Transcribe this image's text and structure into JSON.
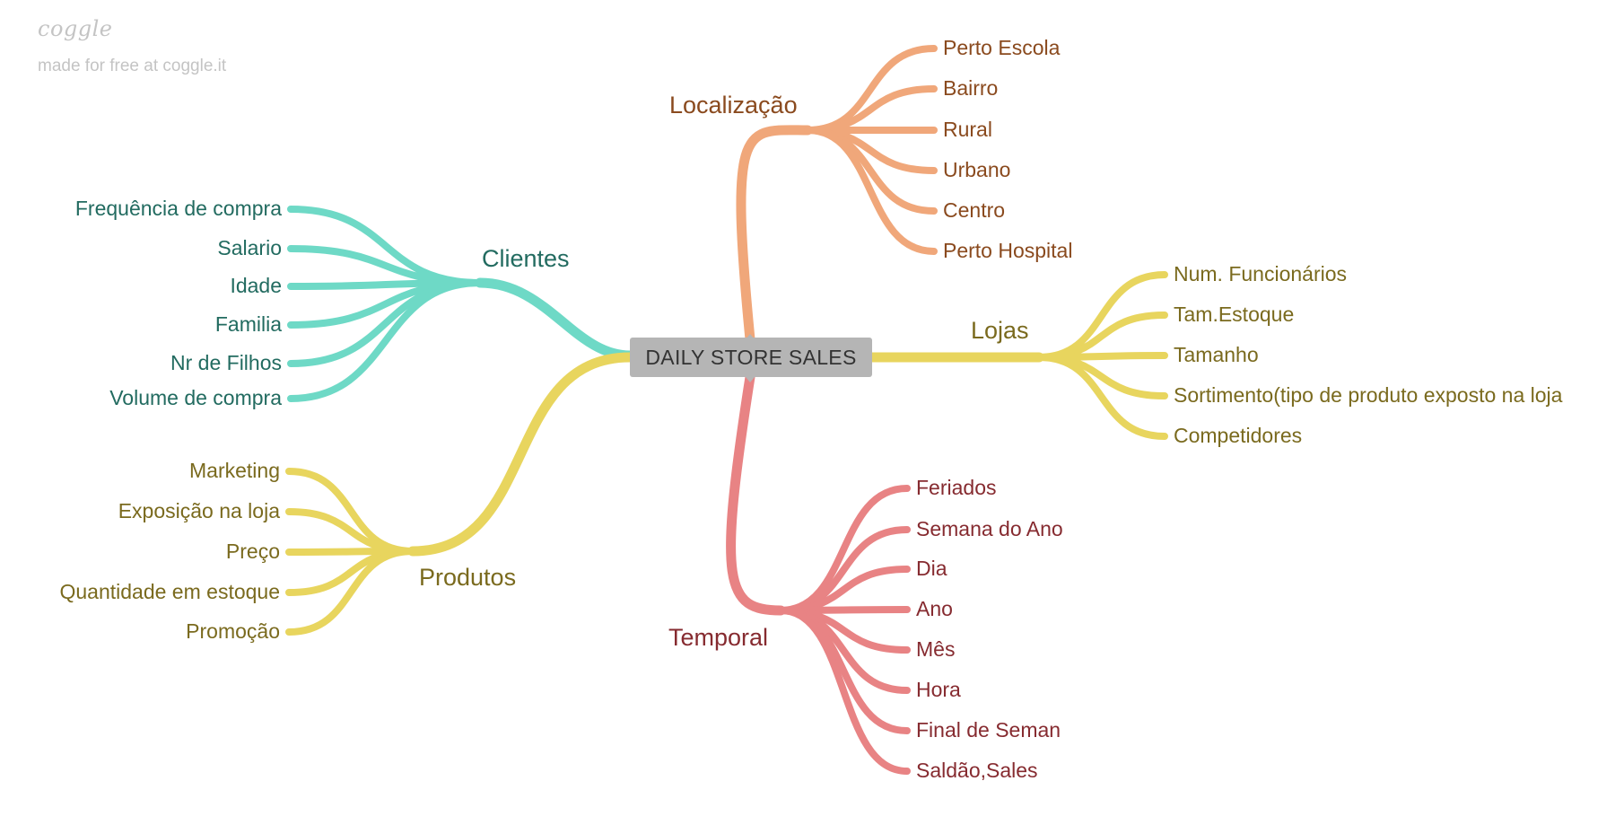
{
  "brand": {
    "logo": "coggle",
    "caption": "made for free at coggle.it"
  },
  "center": {
    "label": "DAILY STORE SALES"
  },
  "colors": {
    "localizacao": {
      "stroke": "#f0a77a",
      "text": "#8a4a1e",
      "title": "#8a4a1e"
    },
    "lojas": {
      "stroke": "#e8d55e",
      "text": "#7a6a1e",
      "title": "#7a6a1e"
    },
    "temporal": {
      "stroke": "#e88384",
      "text": "#862b30",
      "title": "#862b30"
    },
    "clientes": {
      "stroke": "#6ed9c6",
      "text": "#226b60",
      "title": "#226b60"
    },
    "produtos": {
      "stroke": "#e8d55e",
      "text": "#7a6a1e",
      "title": "#7a6a1e"
    }
  },
  "branches": {
    "localizacao": {
      "label": "Localização",
      "children": [
        "Perto Escola",
        "Bairro",
        "Rural",
        "Urbano",
        "Centro",
        "Perto Hospital"
      ]
    },
    "lojas": {
      "label": "Lojas",
      "children": [
        "Num. Funcionários",
        "Tam.Estoque",
        "Tamanho",
        "Sortimento(tipo de produto exposto na loja",
        "Competidores"
      ]
    },
    "temporal": {
      "label": "Temporal",
      "children": [
        "Feriados",
        "Semana do Ano",
        "Dia",
        "Ano",
        "Mês",
        "Hora",
        "Final de Seman",
        "Saldão,Sales"
      ]
    },
    "clientes": {
      "label": "Clientes",
      "children": [
        "Frequência de compra",
        "Salario",
        "Idade",
        "Familia",
        "Nr de Filhos",
        "Volume de compra"
      ]
    },
    "produtos": {
      "label": "Produtos",
      "children": [
        "Marketing",
        "Exposição na loja",
        "Preço",
        "Quantidade em estoque",
        "Promoção"
      ]
    }
  }
}
